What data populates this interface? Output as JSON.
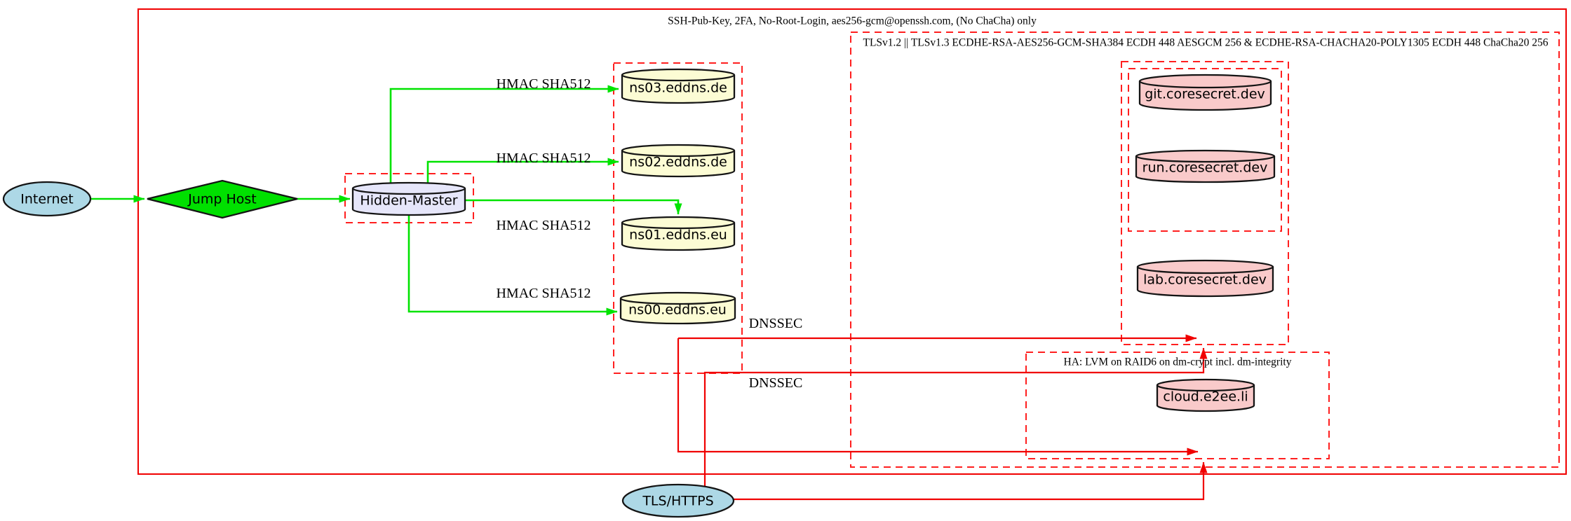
{
  "clusters": {
    "ssh_title": "SSH-Pub-Key, 2FA, No-Root-Login, aes256-gcm@openssh.com, (No ChaCha) only",
    "tls_title": "TLSv1.2 || TLSv1.3 ECDHE-RSA-AES256-GCM-SHA384 ECDH 448 AESGCM 256 & ECDHE-RSA-CHACHA20-POLY1305 ECDH 448 ChaCha20 256",
    "ha_title": "HA: LVM on RAID6 on dm-crypt incl. dm-integrity"
  },
  "nodes": {
    "internet": "Internet",
    "jump_host": "Jump Host",
    "hidden_master": "Hidden-Master",
    "ns03": "ns03.eddns.de",
    "ns02": "ns02.eddns.de",
    "ns01": "ns01.eddns.eu",
    "ns00": "ns00.eddns.eu",
    "git": "git.coresecret.dev",
    "run": "run.coresecret.dev",
    "lab": "lab.coresecret.dev",
    "cloud": "cloud.e2ee.li",
    "tls_https": "TLS/HTTPS"
  },
  "edge_labels": {
    "hmac": "HMAC SHA512",
    "dnssec": "DNSSEC"
  },
  "colors": {
    "cluster_border": "#ff1f1f",
    "secure_edge": "#f00000",
    "green_edge": "#00e300",
    "jump_fill": "#00e000",
    "internet_fill": "#add8e6",
    "master_fill": "#e6e6fa",
    "ns_fill": "#fcfcd4",
    "service_fill": "#f9caca",
    "ink": "#000000"
  }
}
